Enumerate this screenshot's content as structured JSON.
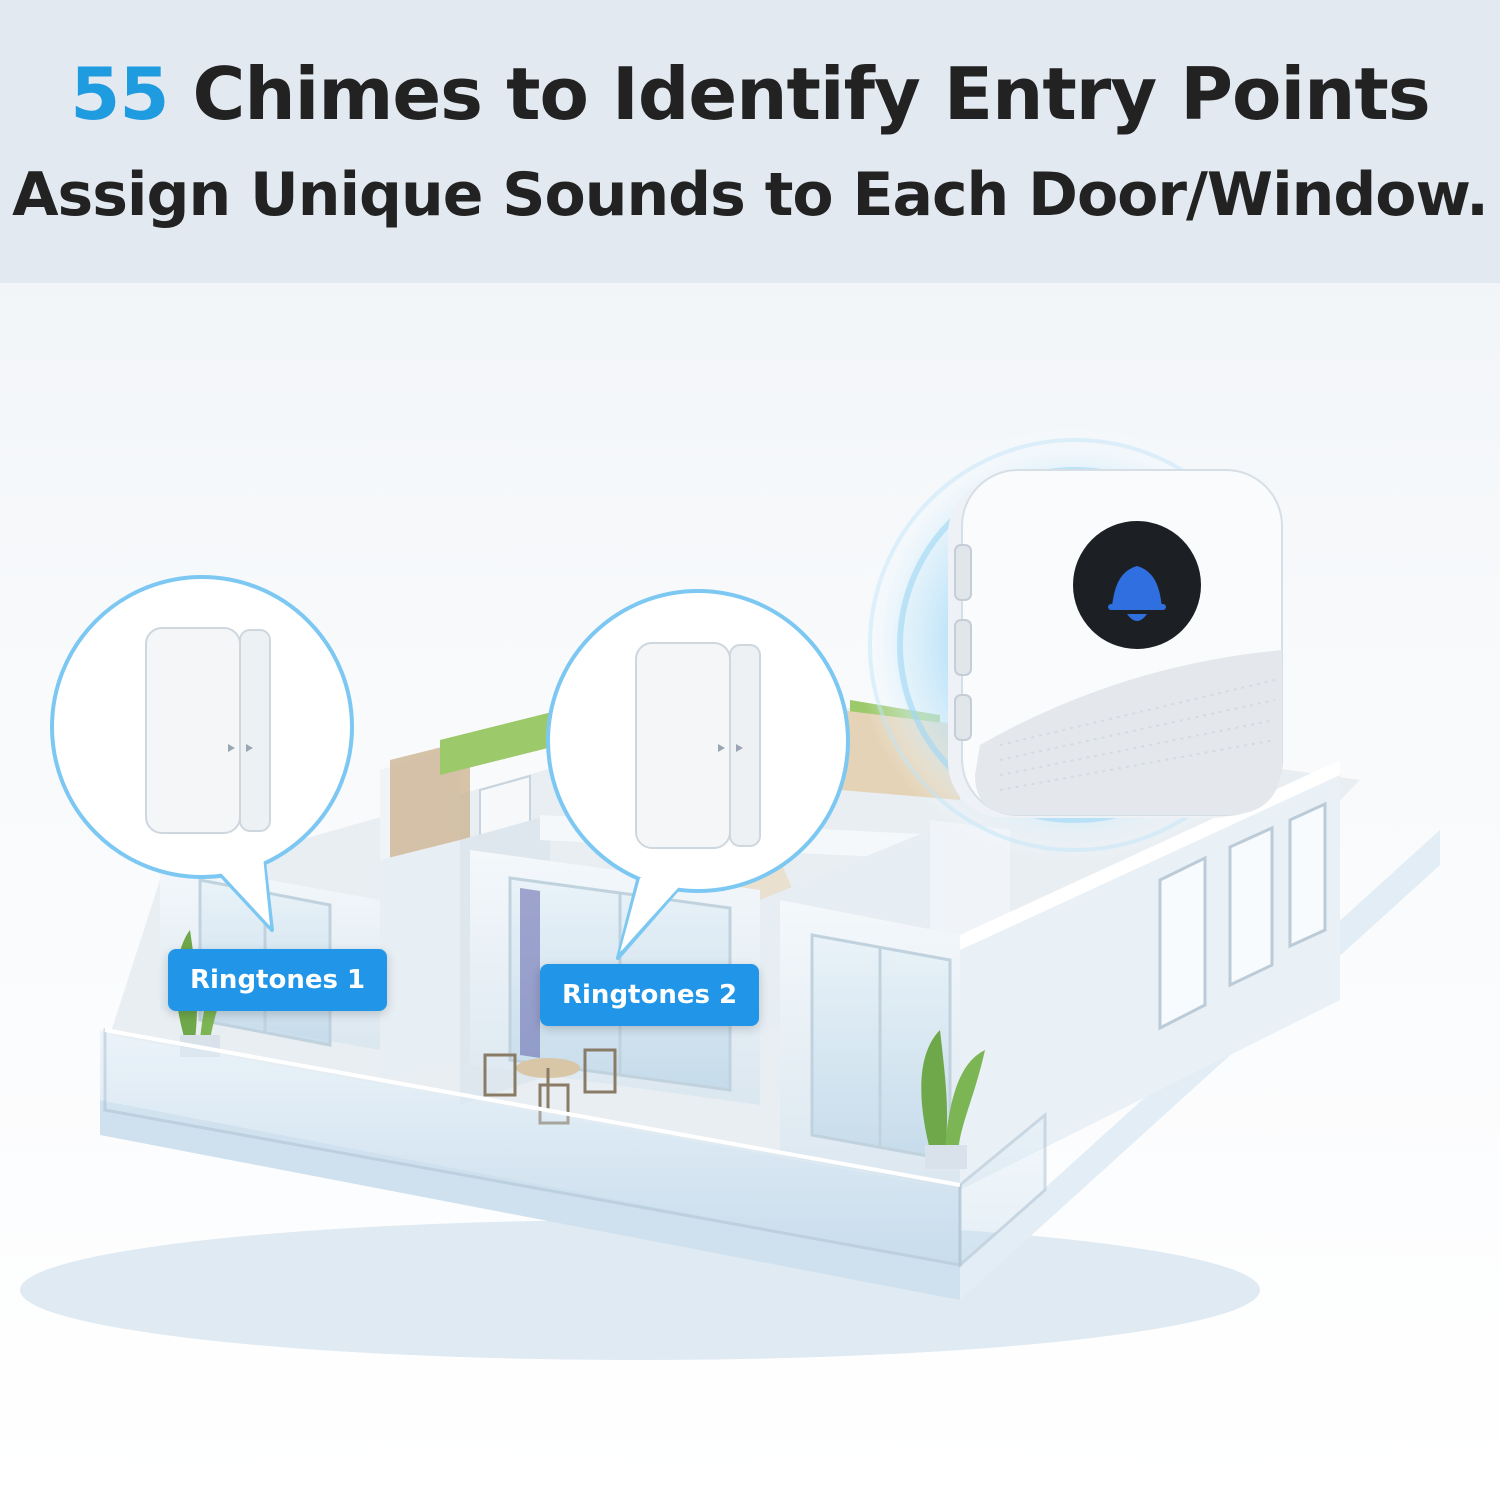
{
  "header": {
    "count": "55",
    "title_rest": " Chimes to Identify Entry Points",
    "subtitle": "Assign Unique Sounds to Each Door/Window."
  },
  "labels": {
    "sensor_1": "Ringtones 1",
    "sensor_2": "Ringtones 2"
  },
  "colors": {
    "accent": "#1f9be0",
    "badge": "#2196e8",
    "header_bg": "#e3e9f0",
    "text": "#222222"
  },
  "icons": {
    "receiver_button": "bell-icon"
  }
}
